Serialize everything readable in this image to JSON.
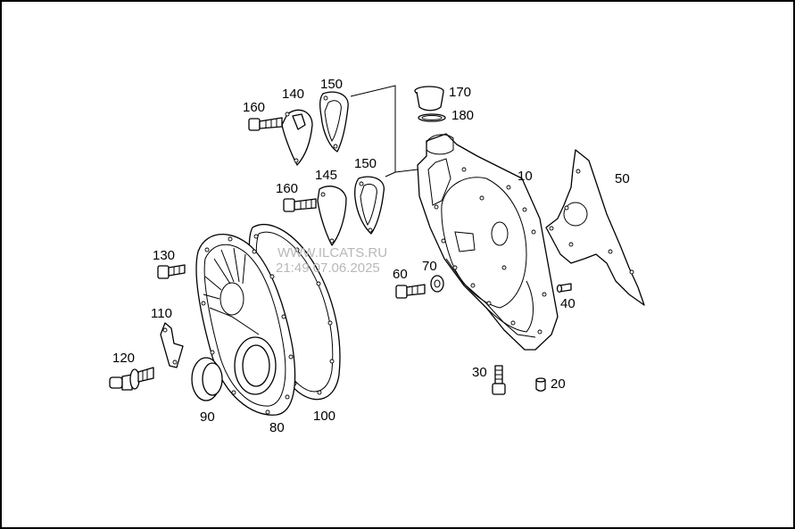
{
  "watermark": {
    "line1": "WWW.ILCATS.RU",
    "line2": "21:49 07.06.2025"
  },
  "callouts": {
    "c10": "10",
    "c20": "20",
    "c30": "30",
    "c40": "40",
    "c50": "50",
    "c60": "60",
    "c70": "70",
    "c80": "80",
    "c90": "90",
    "c100": "100",
    "c110": "110",
    "c120": "120",
    "c130": "130",
    "c140": "140",
    "c145": "145",
    "c150a": "150",
    "c150b": "150",
    "c160a": "160",
    "c160b": "160",
    "c170": "170",
    "c180": "180"
  }
}
